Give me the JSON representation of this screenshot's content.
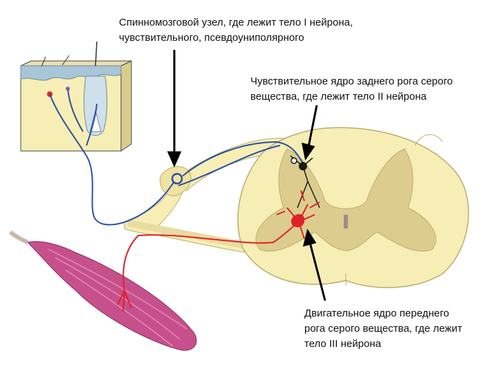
{
  "labels": {
    "ganglion": {
      "line1": "Спинномозговой узел, где лежит тело I нейрона,",
      "line2": "чувствительного, псевдоуниполярного"
    },
    "sensory_nucleus": {
      "line1": "Чувствительное ядро заднего рога серого",
      "line2": "вещества, где лежит тело II нейрона"
    },
    "motor_nucleus": {
      "line1": "Двигательное ядро переднего",
      "line2": "рога серого вещества, где лежит",
      "line3": "тело III нейрона"
    }
  },
  "colors": {
    "sensory_fiber": "#2a4fa8",
    "motor_fiber": "#e0202a",
    "tissue": "#f6eeb4",
    "grey_matter": "#dccd8e",
    "muscle": "#c6508c",
    "skin_blue": "#a9c6d8"
  }
}
